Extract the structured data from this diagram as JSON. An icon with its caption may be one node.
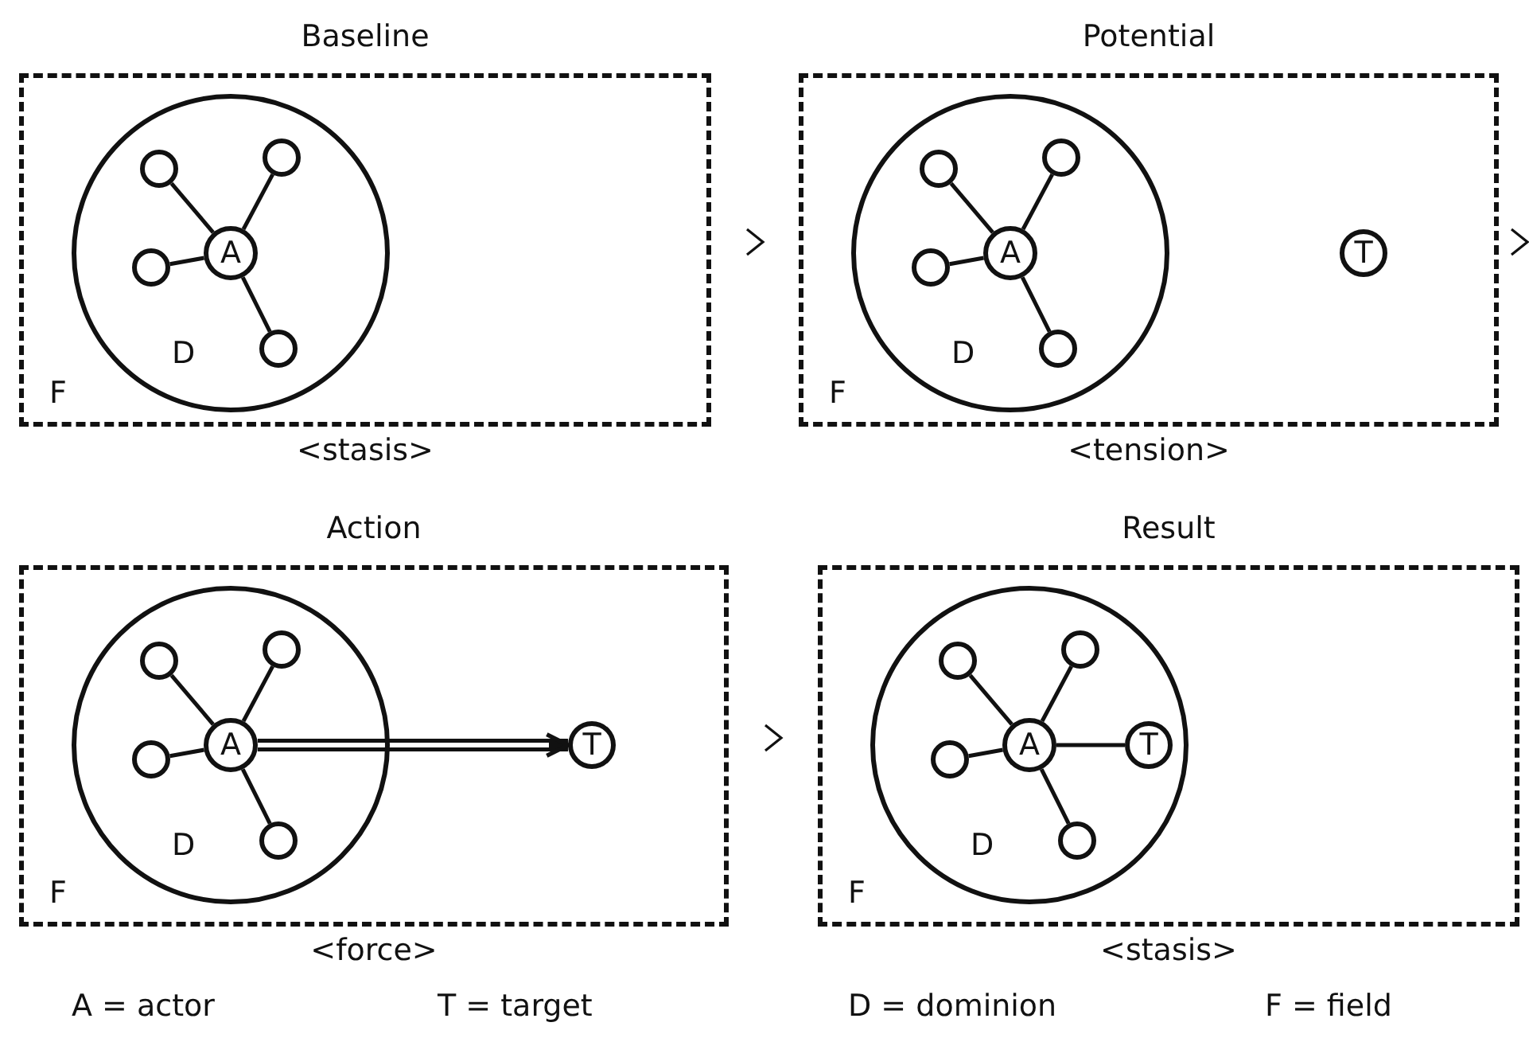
{
  "diagram": {
    "nodes": [
      {
        "text": [
          "Baseline",
          "F"
        ],
        "beside": [
          "<stasis>"
        ]
      },
      {
        "text": [
          "D"
        ],
        "in": 0
      },
      {
        "text": [
          "A"
        ],
        "in": 1
      },
      {
        "text": [],
        "shape": "circle",
        "in": 1
      },
      {
        "text": [],
        "shape": "circle",
        "in": 1
      },
      {
        "text": [],
        "shape": "circle",
        "in": 1
      },
      {
        "text": [],
        "shape": "circle",
        "in": 1
      },
      {
        "text": [
          "Potential",
          "F"
        ],
        "beside": [
          "<tension>"
        ]
      },
      {
        "text": [
          "D"
        ],
        "in": 7
      },
      {
        "text": [
          "A"
        ],
        "in": 8
      },
      {
        "text": [],
        "shape": "circle",
        "in": 8
      },
      {
        "text": [],
        "shape": "circle",
        "in": 8
      },
      {
        "text": [],
        "shape": "circle",
        "in": 8
      },
      {
        "text": [],
        "shape": "circle",
        "in": 8
      },
      {
        "text": [
          "T"
        ],
        "in": 7
      },
      {
        "text": [
          "Action",
          "F"
        ],
        "beside": [
          "<force>"
        ]
      },
      {
        "text": [
          "D"
        ],
        "in": 15
      },
      {
        "text": [
          "A"
        ],
        "in": 16
      },
      {
        "text": [],
        "shape": "circle",
        "in": 16
      },
      {
        "text": [],
        "shape": "circle",
        "in": 16
      },
      {
        "text": [],
        "shape": "circle",
        "in": 16
      },
      {
        "text": [],
        "shape": "circle",
        "in": 16
      },
      {
        "text": [
          "T"
        ],
        "in": 15
      },
      {
        "text": [
          "Result",
          "F"
        ],
        "beside": [
          "<stasis>"
        ]
      },
      {
        "text": [
          "D"
        ],
        "in": 23
      },
      {
        "text": [
          "A"
        ],
        "in": 24
      },
      {
        "text": [],
        "shape": "circle",
        "in": 24
      },
      {
        "text": [],
        "shape": "circle",
        "in": 24
      },
      {
        "text": [],
        "shape": "circle",
        "in": 24
      },
      {
        "text": [],
        "shape": "circle",
        "in": 24
      },
      {
        "text": [
          "T"
        ],
        "in": 24
      }
    ],
    "edges": [
      {
        "from": 2,
        "to": 3,
        "arrow": "none"
      },
      {
        "from": 2,
        "to": 4,
        "arrow": "none"
      },
      {
        "from": 2,
        "to": 5,
        "arrow": "none"
      },
      {
        "from": 2,
        "to": 6,
        "arrow": "none"
      },
      {
        "from": 9,
        "to": 10,
        "arrow": "none"
      },
      {
        "from": 9,
        "to": 11,
        "arrow": "none"
      },
      {
        "from": 9,
        "to": 12,
        "arrow": "none"
      },
      {
        "from": 9,
        "to": 13,
        "arrow": "none"
      },
      {
        "from": 17,
        "to": 18,
        "arrow": "none"
      },
      {
        "from": 17,
        "to": 19,
        "arrow": "none"
      },
      {
        "from": 17,
        "to": 20,
        "arrow": "none"
      },
      {
        "from": 17,
        "to": 21,
        "arrow": "none"
      },
      {
        "from": 17,
        "to": 22,
        "arrow": "to",
        "style": "thick"
      },
      {
        "from": 25,
        "to": 26,
        "arrow": "none"
      },
      {
        "from": 25,
        "to": 27,
        "arrow": "none"
      },
      {
        "from": 25,
        "to": 28,
        "arrow": "none"
      },
      {
        "from": 25,
        "to": 29,
        "arrow": "none"
      },
      {
        "from": 25,
        "to": 30,
        "arrow": "none"
      },
      {
        "from": 0,
        "to": 7,
        "arrow": "to"
      },
      {
        "from": 7,
        "to": null,
        "arrow": "to"
      },
      {
        "from": 15,
        "to": 23,
        "arrow": "to"
      }
    ],
    "labels": [
      "A = actor",
      "T = target",
      "D = dominion",
      "F = field"
    ]
  }
}
